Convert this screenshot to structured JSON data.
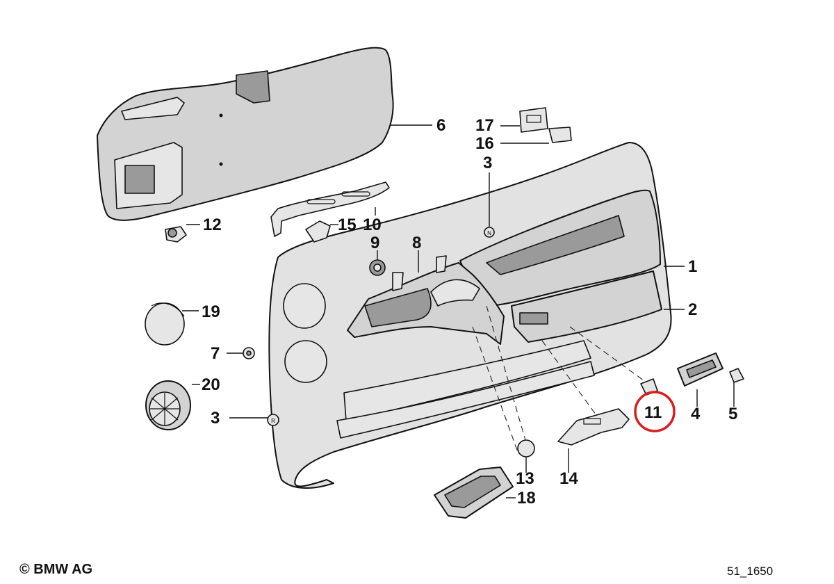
{
  "callouts": {
    "c1": "1",
    "c2": "2",
    "c3a": "3",
    "c3b": "3",
    "c4": "4",
    "c5": "5",
    "c6": "6",
    "c7": "7",
    "c8": "8",
    "c9": "9",
    "c10": "10",
    "c11": "11",
    "c12": "12",
    "c13": "13",
    "c14": "14",
    "c15": "15",
    "c16": "16",
    "c17": "17",
    "c18": "18",
    "c19": "19",
    "c20": "20"
  },
  "highlighted_part": "11",
  "highlight_color": "#d81e1e",
  "footer": {
    "copyright": "© BMW AG",
    "figure_ref": "51_1650"
  }
}
